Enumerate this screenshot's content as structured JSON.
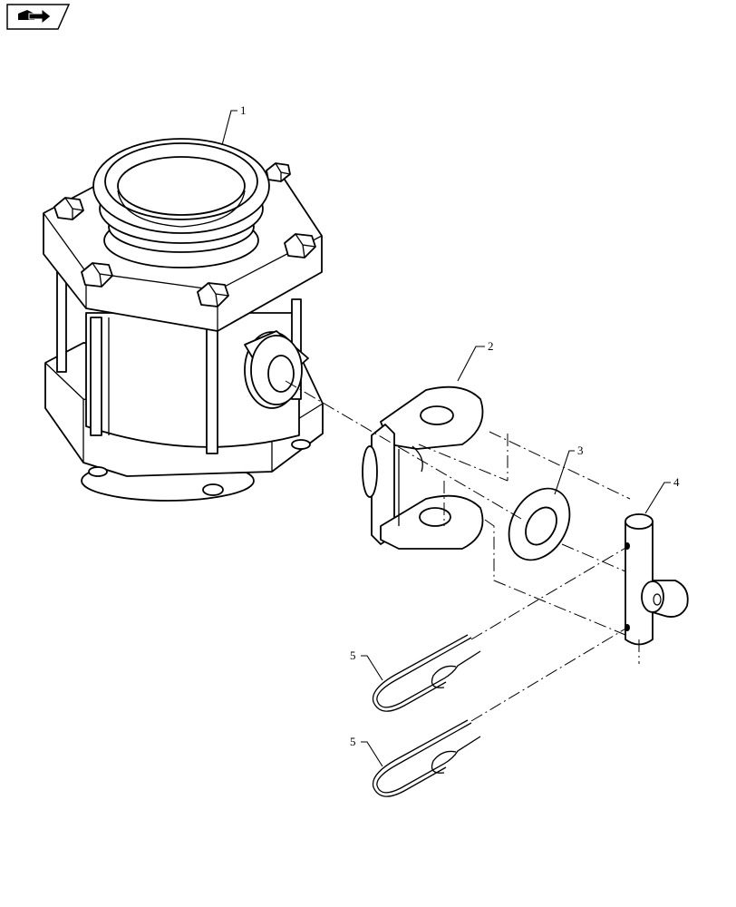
{
  "nav_icon": "book-arrow-icon",
  "callouts": {
    "c1": "1",
    "c2": "2",
    "c3": "3",
    "c4": "4",
    "c5a": "5",
    "c5b": "5"
  }
}
